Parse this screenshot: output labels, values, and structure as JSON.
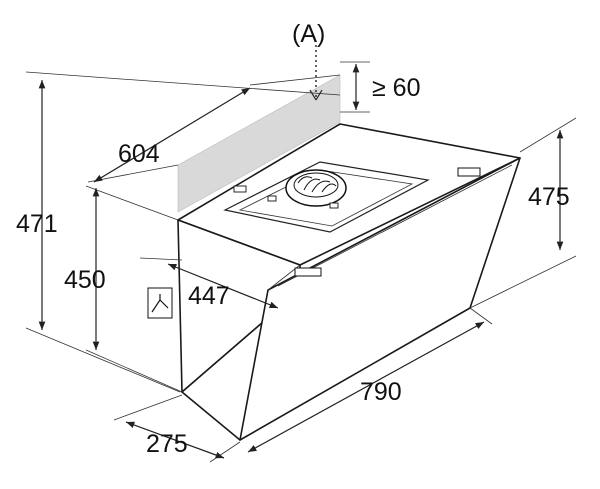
{
  "labels": {
    "ref_a": "(A)",
    "clearance": "≥ 60",
    "width": "604",
    "height_total": "471",
    "height_body": "450",
    "depth_mid": "447",
    "depth_base": "275",
    "glass_length": "790",
    "glass_height": "475"
  },
  "colors": {
    "line": "#222222",
    "shade": "#d9d9d9",
    "text": "#111111"
  },
  "icons": {
    "wall_outlet": "socket-icon"
  }
}
